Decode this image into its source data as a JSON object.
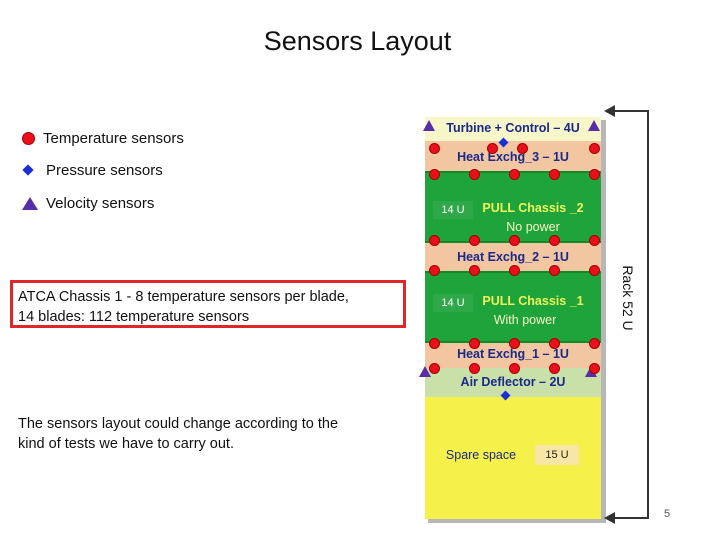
{
  "title": "Sensors Layout",
  "legend": [
    {
      "label": "Temperature sensors",
      "shape": "circle",
      "color": "#e8101a"
    },
    {
      "label": "Pressure sensors",
      "shape": "diamond",
      "color": "#1a2fd6"
    },
    {
      "label": "Velocity sensors",
      "shape": "triangle",
      "color": "#5a2ca8"
    }
  ],
  "notes": {
    "atca_line1": "ATCA Chassis 1 - 8 temperature sensors per blade,",
    "atca_line2": "14 blades: 112 temperature sensors",
    "layout_line1": "The sensors layout could change according to the",
    "layout_line2": "kind of tests we have to carry out."
  },
  "rack": {
    "label": "Rack 52 U",
    "turbine": "Turbine + Control – 4U",
    "heat3": "Heat Exchg_3 – 1U",
    "pull2_u": "14 U",
    "pull2_name": "PULL Chassis _2",
    "pull2_status": "No power",
    "heat2": "Heat Exchg_2 – 1U",
    "pull1_u": "14 U",
    "pull1_name": "PULL Chassis _1",
    "pull1_status": "With power",
    "heat1": "Heat Exchg_1 – 1U",
    "deflector": "Air Deflector – 2U",
    "spare_name": "Spare space",
    "spare_u": "15 U"
  },
  "colors": {
    "chassis_green": "#1ea43a",
    "heat_exchanger": "#f2c6a0",
    "turbine": "#f6f6c8",
    "deflector": "#c9e0a8",
    "spare": "#f5f04a",
    "highlight_border": "#e0262a"
  },
  "page_number": "5"
}
